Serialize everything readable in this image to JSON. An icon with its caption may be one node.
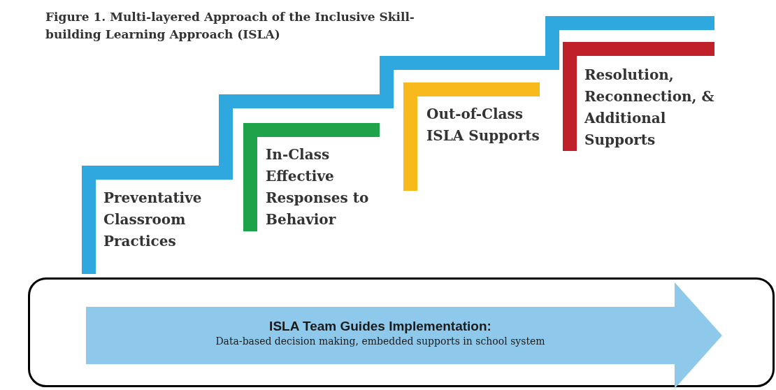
{
  "diagram": {
    "title": "Figure 1. Multi-layered Approach of the Inclusive Skill-building Learning Approach (ISLA)",
    "nodes": [
      {
        "text": [
          "Preventative Classroom Practices"
        ]
      },
      {
        "text": [
          "In-Class Effective Responses to Behavior"
        ]
      },
      {
        "text": [
          "Out-of-Class ISLA Supports"
        ]
      },
      {
        "text": [
          "Resolution, Reconnection, & Additional Supports"
        ]
      },
      {
        "text": [],
        "shape": "box"
      },
      {
        "text": [
          "ISLA Team Guides Implementation:",
          "Data-based decision making, embedded supports in school system"
        ],
        "in": 4
      }
    ],
    "edges": []
  }
}
